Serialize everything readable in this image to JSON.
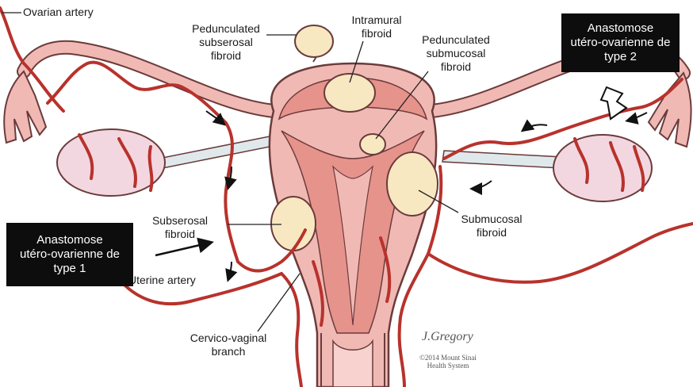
{
  "labels": {
    "ovarian_artery": "Ovarian artery",
    "pedunculated_subserosal": "Pedunculated\nsubserosal\nfibroid",
    "intramural": "Intramural\nfibroid",
    "pedunculated_submucosal": "Pedunculated\nsubmucosal\nfibroid",
    "subserosal": "Subserosal\nfibroid",
    "submucosal": "Submucosal\nfibroid",
    "uterine_artery": "Uterine artery",
    "cervico_vaginal": "Cervico-vaginal\nbranch"
  },
  "boxes": {
    "type1": "Anastomose\nutéro-ovarienne de\ntype 1",
    "type2": "Anastomose\nutéro-ovarienne de\ntype 2"
  },
  "credits": {
    "signature": "J.Gregory",
    "copyright": "©2014 Mount Sinai\nHealth System"
  },
  "colors": {
    "uterus_outer": "#f1b9b4",
    "uterus_inner": "#e6938c",
    "outline": "#6b3b3b",
    "artery": "#b8322c",
    "fibroid": "#f7e8c2",
    "ovary": "#f3d7e0",
    "box_bg": "#0d0d0d"
  }
}
